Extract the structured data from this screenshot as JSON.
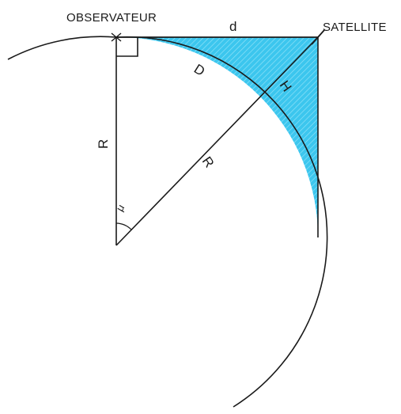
{
  "labels": {
    "observer": "OBSERVATEUR",
    "satellite": "SATELLITE",
    "distance_d": "d",
    "arc_D": "D",
    "height_H": "H",
    "radius_vertical": "R",
    "radius_diagonal": "R",
    "angle_mu": "μ"
  },
  "colors": {
    "shaded_region": "#3cc6ee",
    "hatch": "#8fe2f8",
    "lines": "#1a1a1a"
  }
}
